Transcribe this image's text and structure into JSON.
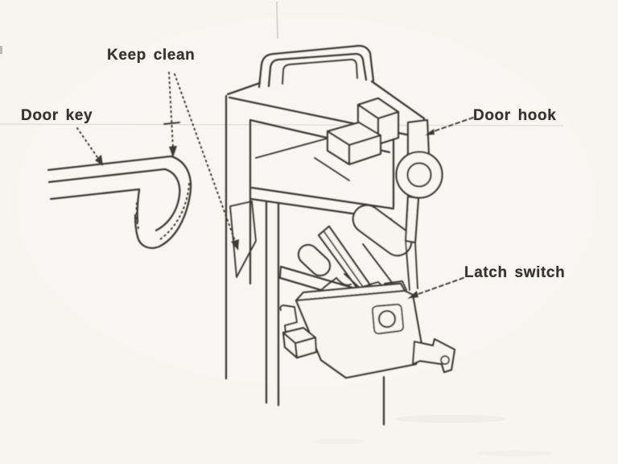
{
  "figure": {
    "type": "technical-line-diagram",
    "subject": "door latch mechanism",
    "background_color": "#f6f5f0",
    "line_color": "#3b3a36",
    "text_color": "#35342f",
    "labels": {
      "keep_clean": "Keep clean",
      "door_key": "Door key",
      "door_hook": "Door hook",
      "latch_switch": "Latch switch"
    }
  }
}
